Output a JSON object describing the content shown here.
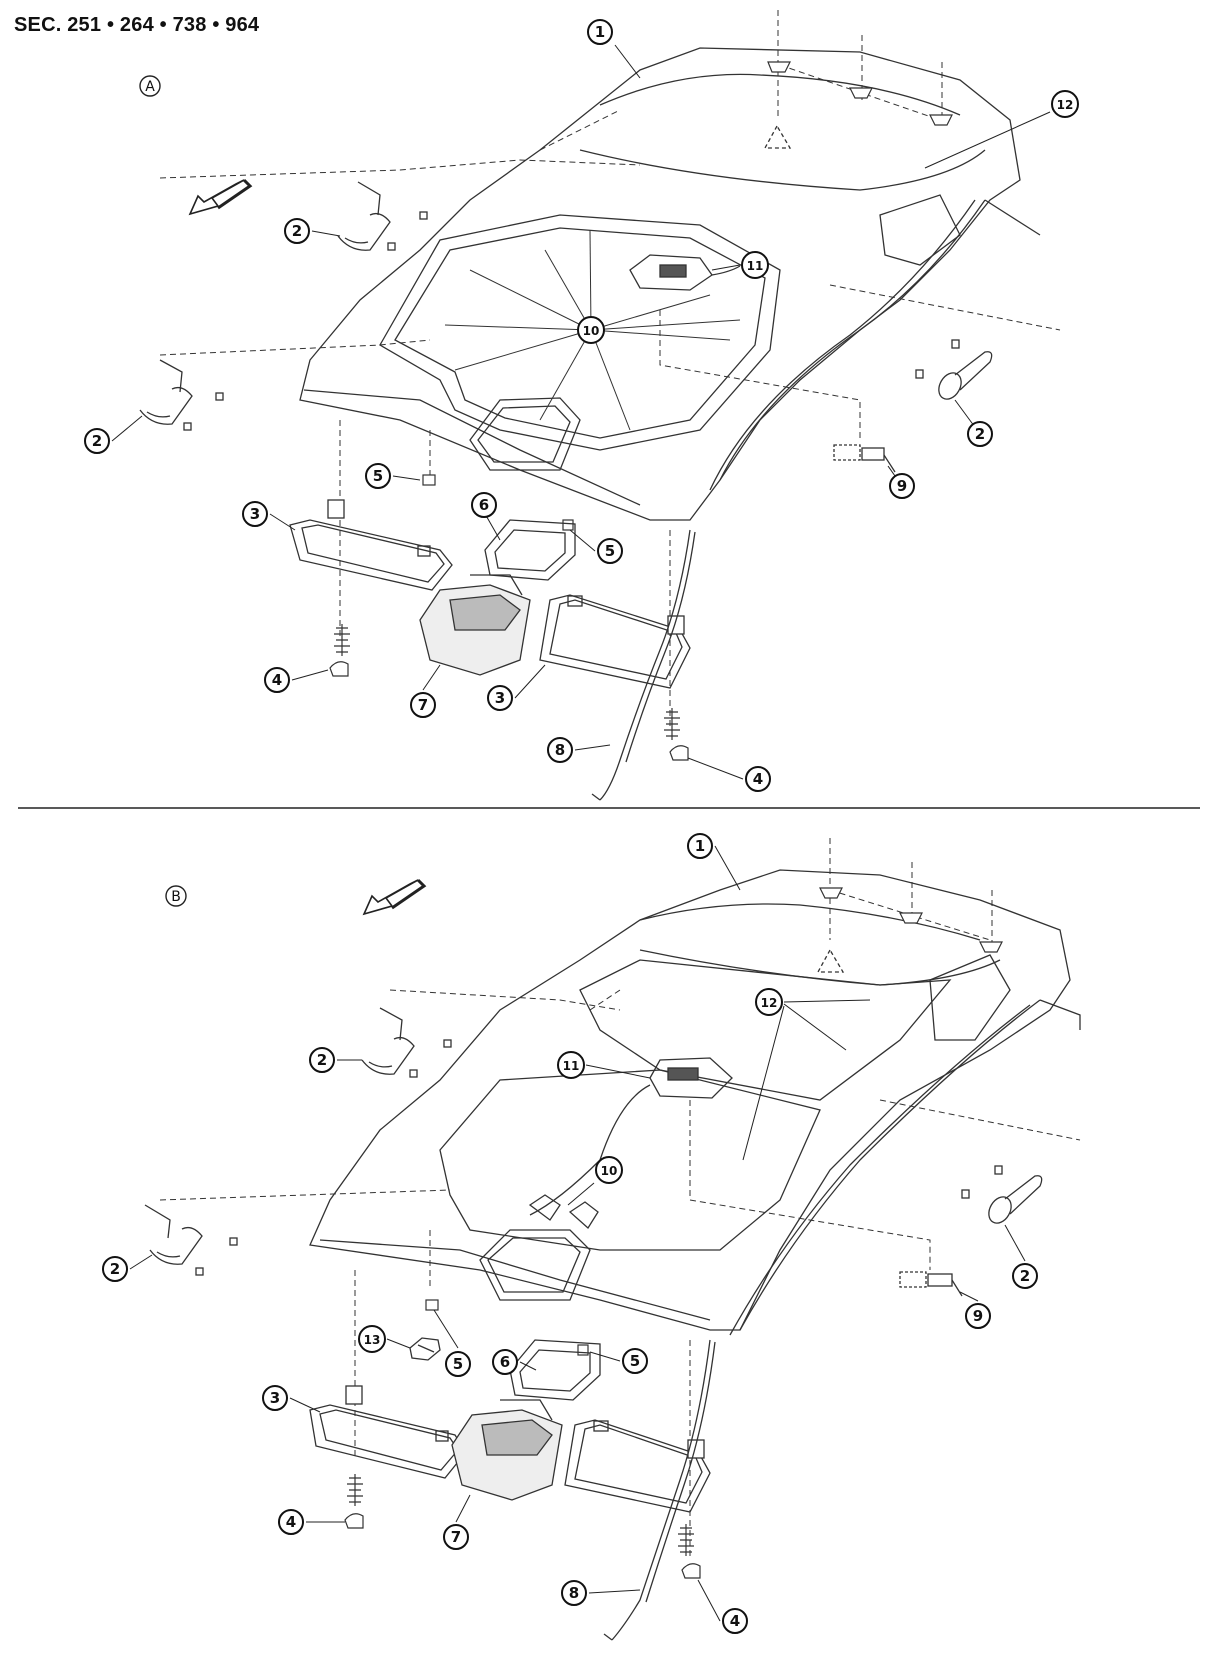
{
  "header": {
    "section_code": "SEC. 251 • 264 • 738 • 964"
  },
  "views": [
    {
      "label": "A",
      "callouts": [
        {
          "id": "A-1",
          "text": "1"
        },
        {
          "id": "A-12",
          "text": "12"
        },
        {
          "id": "A-11",
          "text": "11"
        },
        {
          "id": "A-10",
          "text": "10"
        },
        {
          "id": "A-2a",
          "text": "2"
        },
        {
          "id": "A-2b",
          "text": "2"
        },
        {
          "id": "A-2c",
          "text": "2"
        },
        {
          "id": "A-9",
          "text": "9"
        },
        {
          "id": "A-5a",
          "text": "5"
        },
        {
          "id": "A-5b",
          "text": "5"
        },
        {
          "id": "A-3a",
          "text": "3"
        },
        {
          "id": "A-6",
          "text": "6"
        },
        {
          "id": "A-4a",
          "text": "4"
        },
        {
          "id": "A-7",
          "text": "7"
        },
        {
          "id": "A-3b",
          "text": "3"
        },
        {
          "id": "A-8",
          "text": "8"
        },
        {
          "id": "A-4b",
          "text": "4"
        }
      ]
    },
    {
      "label": "B",
      "callouts": [
        {
          "id": "B-1",
          "text": "1"
        },
        {
          "id": "B-12",
          "text": "12"
        },
        {
          "id": "B-11",
          "text": "11"
        },
        {
          "id": "B-10",
          "text": "10"
        },
        {
          "id": "B-2a",
          "text": "2"
        },
        {
          "id": "B-2b",
          "text": "2"
        },
        {
          "id": "B-2c",
          "text": "2"
        },
        {
          "id": "B-9",
          "text": "9"
        },
        {
          "id": "B-13",
          "text": "13"
        },
        {
          "id": "B-5a",
          "text": "5"
        },
        {
          "id": "B-5b",
          "text": "5"
        },
        {
          "id": "B-6",
          "text": "6"
        },
        {
          "id": "B-3",
          "text": "3"
        },
        {
          "id": "B-7",
          "text": "7"
        },
        {
          "id": "B-4a",
          "text": "4"
        },
        {
          "id": "B-8",
          "text": "8"
        },
        {
          "id": "B-4b",
          "text": "4"
        }
      ]
    }
  ]
}
